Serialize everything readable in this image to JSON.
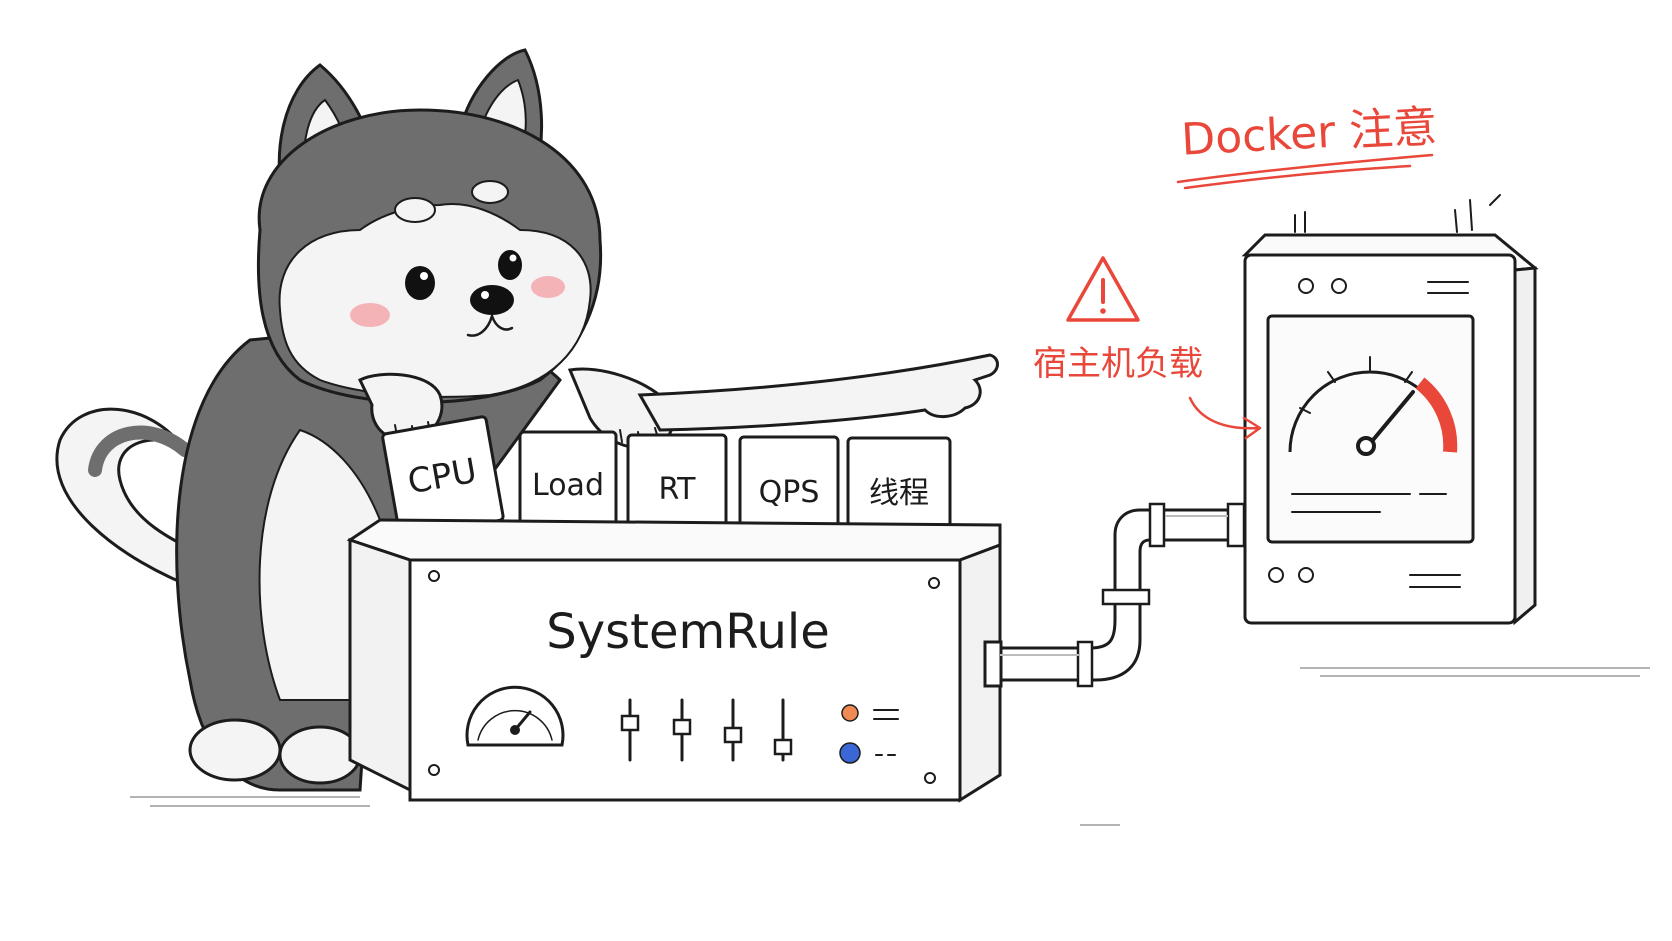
{
  "cards": [
    "CPU",
    "Load",
    "RT",
    "QPS",
    "线程"
  ],
  "machine": {
    "title": "SystemRule"
  },
  "note": {
    "title": "Docker 注意",
    "warning": "宿主机负载"
  },
  "colors": {
    "ink": "#1c1c1c",
    "accent_red": "#e8473a",
    "husky_gray": "#6e6e6e",
    "husky_light": "#f4f4f4",
    "blush": "#f4a3a6",
    "led_orange": "#f08a55",
    "led_blue": "#3a66d6"
  },
  "icons": [
    "warning-triangle-icon",
    "gauge-icon",
    "slider-icon",
    "pipe-icon",
    "server-icon",
    "husky-mascot"
  ]
}
